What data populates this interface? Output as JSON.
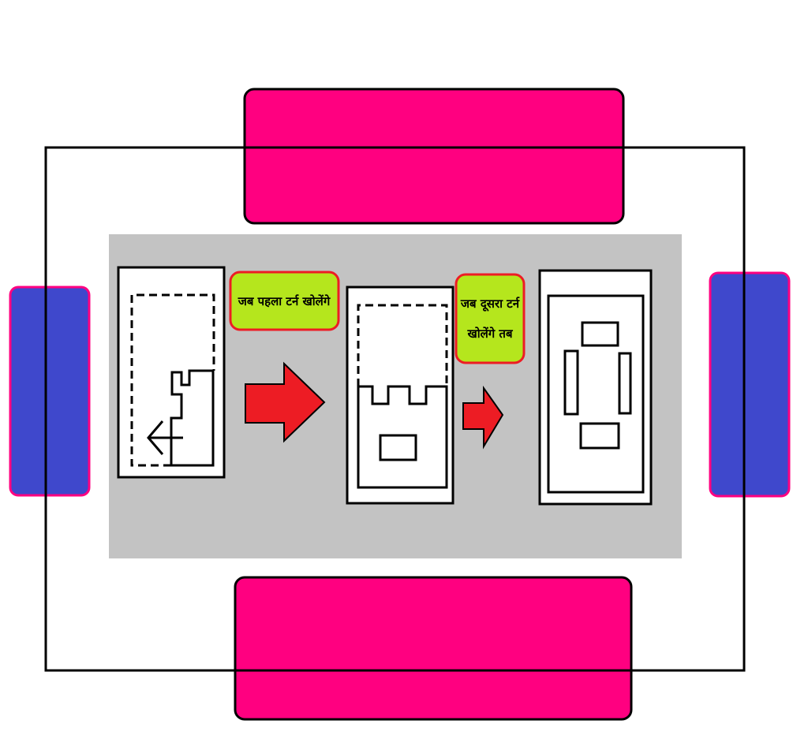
{
  "colors": {
    "background": "#ffffff",
    "outline": "#000000",
    "flap_pink": "#ff0080",
    "flap_blue": "#3f48cc",
    "panel_gray": "#c3c3c3",
    "step_fill": "#ffffff",
    "label_green": "#b5e61d",
    "label_border": "#ed1c24",
    "arrow_red": "#ed1c24"
  },
  "labels": {
    "first_turn": "जब पहला टर्न खोलेंगे",
    "second_turn_line1": "जब दूसरा टर्न",
    "second_turn_line2": "खोलेंगे तब"
  },
  "icons": {
    "step_arrow_1": "right-arrow-icon",
    "step_arrow_2": "right-arrow-icon",
    "unfold_arrow": "left-arrow-icon"
  }
}
